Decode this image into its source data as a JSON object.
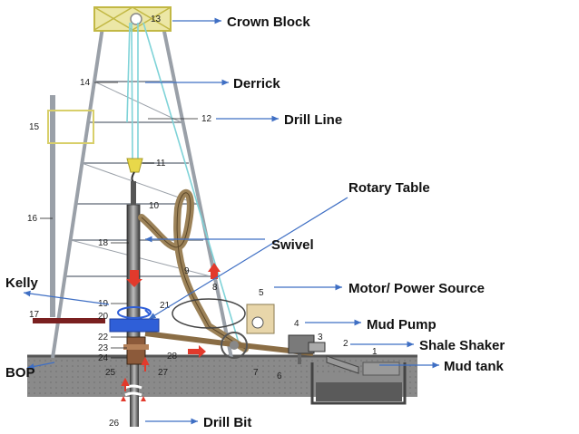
{
  "labels": {
    "crown_block": "Crown Block",
    "derrick": "Derrick",
    "drill_line": "Drill Line",
    "rotary_table": "Rotary Table",
    "swivel": "Swivel",
    "kelly": "Kelly",
    "motor": "Motor/ Power Source",
    "mud_pump": "Mud Pump",
    "shale_shaker": "Shale Shaker",
    "mud_tank": "Mud tank",
    "bop": "BOP",
    "drill_bit": "Drill Bit"
  },
  "numbers": {
    "n1": "1",
    "n2": "2",
    "n3": "3",
    "n4": "4",
    "n5": "5",
    "n6": "6",
    "n7": "7",
    "n8": "8",
    "n9": "9",
    "n10": "10",
    "n11": "11",
    "n12": "12",
    "n13": "13",
    "n14": "14",
    "n15": "15",
    "n16": "16",
    "n17": "17",
    "n18": "18",
    "n19": "19",
    "n20": "20",
    "n21": "21",
    "n22": "22",
    "n23": "23",
    "n24": "24",
    "n25": "25",
    "n26": "26",
    "n27": "27",
    "n28": "28"
  },
  "colors": {
    "derrick": "#9aa0a8",
    "crown": "#d8cf6a",
    "hose": "#9c8258",
    "annotation": "#3f6fc4",
    "flow_arrow": "#e23a2c",
    "ground": "#5e5e5e",
    "drill_line": "#7fd3d8"
  }
}
